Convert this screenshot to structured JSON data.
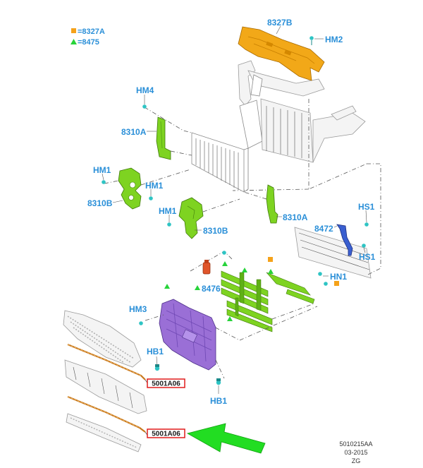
{
  "legend": [
    {
      "symbol": "square",
      "color": "#f5a21a",
      "text": "=8327A"
    },
    {
      "symbol": "triangle",
      "color": "#27d33a",
      "text": "=8475"
    }
  ],
  "labels": {
    "p8327B": "8327B",
    "hm2": "HM2",
    "hm4": "HM4",
    "p8310A_left": "8310A",
    "hm1_a": "HM1",
    "hm1_b": "HM1",
    "p8310B_left": "8310B",
    "hm1_c": "HM1",
    "p8310B_mid": "8310B",
    "p8310A_right": "8310A",
    "hs1_top": "HS1",
    "p8472": "8472",
    "hs1_bottom": "HS1",
    "hn1": "HN1",
    "p8476": "8476",
    "hm3": "HM3",
    "hb1_left": "HB1",
    "hb1_bottom": "HB1"
  },
  "tags": {
    "tag_upper": "5001A06",
    "tag_lower": "5001A06"
  },
  "footer": {
    "code": "5010215AA",
    "date": "03-2015",
    "initials": "ZG"
  },
  "colors": {
    "label": "#2a8fd8",
    "orange_part": "#f2a818",
    "green_part": "#7ed321",
    "purple_part": "#9a6fd6",
    "blue_part": "#3a5fd0",
    "red_part": "#e0552a",
    "arrow": "#22dd22",
    "tag_border": "#e01b1b",
    "fastener": "#2ec4c4"
  }
}
